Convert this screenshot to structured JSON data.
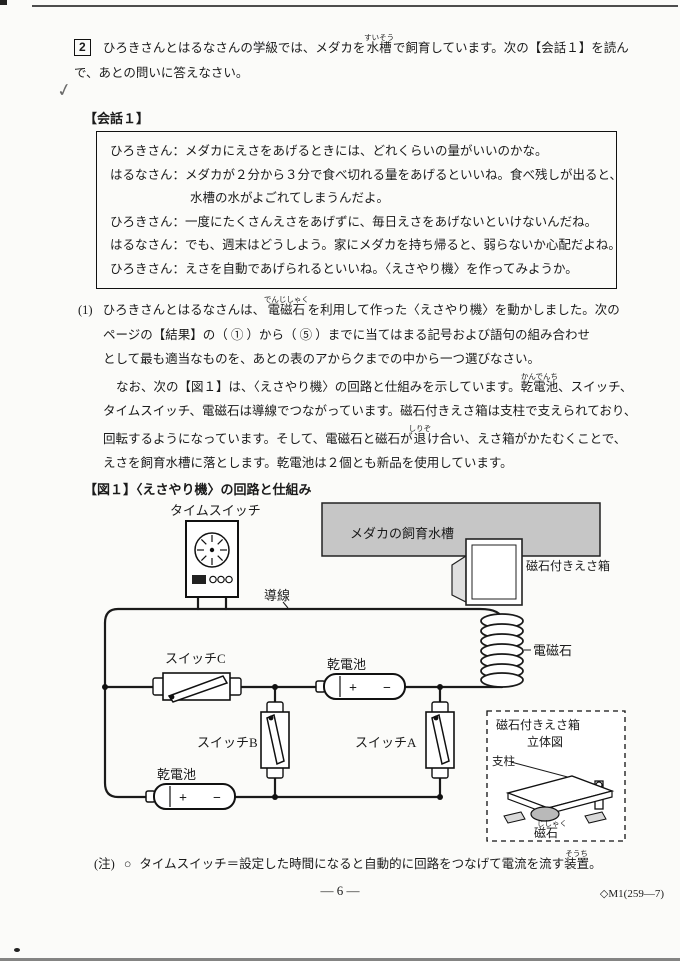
{
  "scan": {
    "pen_mark": "✓"
  },
  "question": {
    "number": "2",
    "intro": [
      "ひろきさんとはるなさんの学級では、メダカを{水槽|すいそう}で飼育しています。次の【会話１】を読ん",
      "で、あとの問いに答えなさい。"
    ]
  },
  "kaiwa": {
    "label": "【会話１】",
    "lines": [
      "ひろきさん：メダカにえさをあげるときには、どれくらいの量がいいのかな。",
      "はるなさん：メダカが２分から３分で食べ切れる量をあげるといいね。食べ残しが出ると、",
      "水槽の水がよごれてしまうんだよ。",
      "ひろきさん：一度にたくさんえさをあげずに、毎日えさをあげないといけないんだね。",
      "はるなさん：でも、週末はどうしよう。家にメダカを持ち帰ると、弱らないか心配だよね。",
      "ひろきさん：えさを自動であげられるといいね。〈えさやり機〉を作ってみようか。"
    ]
  },
  "q1": {
    "marker": "(1)",
    "lines": [
      "ひろきさんとはるなさんは、{電磁石|でんじしゃく}を利用して作った〈えさやり機〉を動かしました。次の",
      "ページの【結果】の（ ① ）から（ ⑤ ）までに当てはまる記号および語句の組み合わせ",
      "として最も適当なものを、あとの表のアからクまでの中から一つ選びなさい。",
      "なお、次の【図１】は、〈えさやり機〉の回路と仕組みを示しています。{乾電池|かんでんち}、スイッチ、",
      "タイムスイッチ、電磁石は導線でつながっています。磁石付きえさ箱は支柱で支えられており、",
      "回転するようになっています。そして、電磁石と磁石が{退|しりぞ}け合い、えさ箱がかたむくことで、",
      "えさを飼育水槽に落とします。乾電池は２個とも新品を使用しています。"
    ]
  },
  "figure": {
    "label": "【図１】〈えさやり機〉の回路と仕組み",
    "time_switch": "タイムスイッチ",
    "wire": "導線",
    "tank": "メダカの飼育水槽",
    "feed_box": "磁石付きえさ箱",
    "electromagnet": "電磁石",
    "switch_c": "スイッチC",
    "switch_b": "スイッチB",
    "switch_a": "スイッチA",
    "battery_top": "乾電池",
    "battery_bottom": "乾電池",
    "plus": "+",
    "minus": "−",
    "inset_title_line1": "磁石付きえさ箱",
    "inset_title_line2": "立体図",
    "support": "支柱",
    "magnet_ruby": "じしゃく",
    "magnet": "磁石"
  },
  "note": {
    "prefix": "(注)",
    "bullet": "○",
    "text": "タイムスイッチ＝設定した時間になると自動的に回路をつなげて電流を流す{装置|そうち}。"
  },
  "footer": {
    "page_number": "— 6 —",
    "doc_code": "◇M1(259—7)"
  },
  "colors": {
    "tank_fill": "#c6c6c6",
    "magnet_fill": "#b9b9b9",
    "ink": "#1a1a1a"
  }
}
